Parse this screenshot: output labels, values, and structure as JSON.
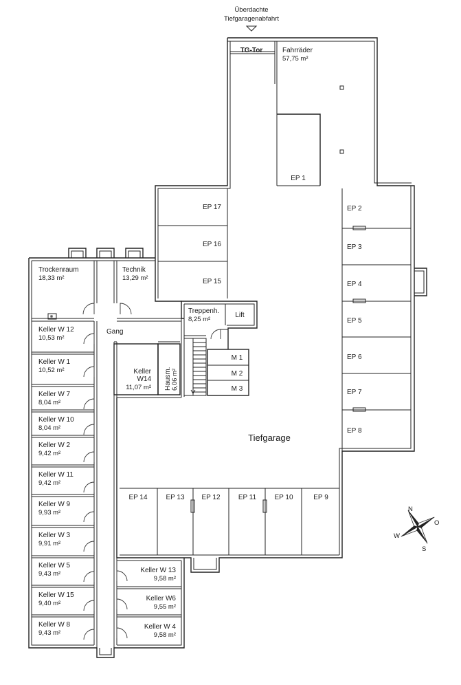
{
  "entrance": {
    "line1": "Überdachte",
    "line2": "Tiefgaragenabfahrt"
  },
  "rooms": {
    "tg_tor": "TG-Tor",
    "fahrraeder": {
      "name": "Fahrräder",
      "area": "57,75 m²"
    },
    "trockenraum": {
      "name": "Trockenraum",
      "area": "18,33 m²"
    },
    "technik": {
      "name": "Technik",
      "area": "13,29 m²"
    },
    "treppenhaus": {
      "name": "Treppenh.",
      "area": "8,25 m²"
    },
    "lift": "Lift",
    "gang": "Gang",
    "keller_w14": {
      "line1": "Keller",
      "line2": "W14",
      "area": "11,07 m²"
    },
    "hausm": {
      "name": "Hausm.",
      "area": "6,06 m²"
    },
    "tiefgarage": "Tiefgarage"
  },
  "meter_rooms": [
    "M 1",
    "M 2",
    "M 3"
  ],
  "parking_left": [
    "EP 17",
    "EP 16",
    "EP 15"
  ],
  "parking_right": [
    "EP 2",
    "EP 3",
    "EP 4",
    "EP 5",
    "EP 6",
    "EP 7",
    "EP 8"
  ],
  "parking_bottom": [
    "EP 14",
    "EP 13",
    "EP 12",
    "EP 11",
    "EP 10",
    "EP 9"
  ],
  "parking_ep1": "EP 1",
  "keller_left": [
    {
      "name": "Keller W 12",
      "area": "10,53 m²"
    },
    {
      "name": "Keller W 1",
      "area": "10,52 m²"
    },
    {
      "name": "Keller W 7",
      "area": "8,04 m²"
    },
    {
      "name": "Keller W 10",
      "area": "8,04 m²"
    },
    {
      "name": "Keller W 2",
      "area": "9,42 m²"
    },
    {
      "name": "Keller W 11",
      "area": "9,42 m²"
    },
    {
      "name": "Keller W 9",
      "area": "9,93 m²"
    },
    {
      "name": "Keller W 3",
      "area": "9,91 m²"
    },
    {
      "name": "Keller W 5",
      "area": "9,43 m²"
    },
    {
      "name": "Keller W 15",
      "area": "9,40 m²"
    },
    {
      "name": "Keller W 8",
      "area": "9,43 m²"
    }
  ],
  "keller_right": [
    {
      "name": "Keller W 13",
      "area": "9,58 m²"
    },
    {
      "name": "Keller W6",
      "area": "9,55 m²"
    },
    {
      "name": "Keller W 4",
      "area": "9,58 m²"
    }
  ],
  "compass": {
    "n": "N",
    "o": "O",
    "s": "S",
    "w": "W"
  }
}
